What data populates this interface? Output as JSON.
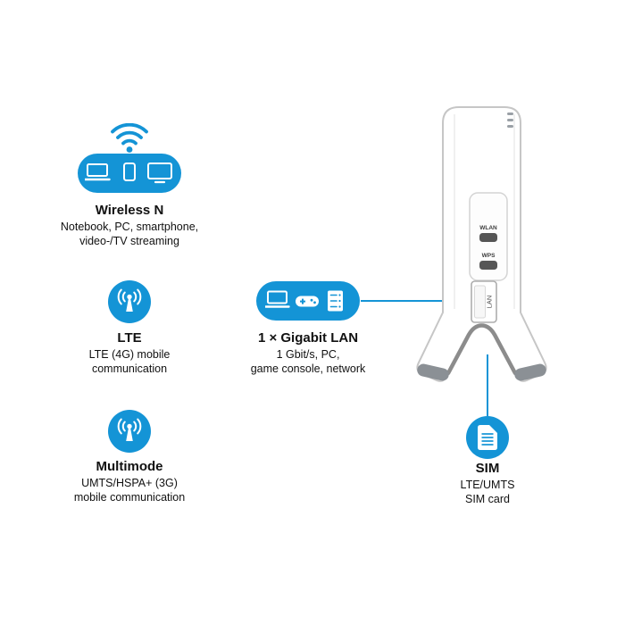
{
  "colors": {
    "accent": "#1494d6",
    "text": "#111111",
    "device_outline": "#c6c6c6"
  },
  "features": {
    "wireless": {
      "title": "Wireless N",
      "description": "Notebook, PC, smartphone,\nvideo-/TV streaming",
      "icons": [
        "wifi-signal-icon",
        "laptop-icon",
        "smartphone-icon",
        "tv-icon"
      ]
    },
    "lte": {
      "title": "LTE",
      "description": "LTE (4G) mobile\ncommunication",
      "icons": [
        "antenna-icon"
      ]
    },
    "multimode": {
      "title": "Multimode",
      "description": "UMTS/HSPA+ (3G)\nmobile communication",
      "icons": [
        "antenna-icon"
      ]
    },
    "gigabit_lan": {
      "title": "1 × Gigabit LAN",
      "description": "1 Gbit/s, PC,\ngame console, network",
      "icons": [
        "laptop-icon",
        "gamepad-icon",
        "server-icon"
      ]
    },
    "sim": {
      "title": "SIM",
      "description": "LTE/UMTS\nSIM card",
      "icons": [
        "sim-card-icon"
      ]
    }
  },
  "device": {
    "buttons": {
      "wlan": "WLAN",
      "wps": "WPS"
    },
    "port_label": "LAN"
  }
}
